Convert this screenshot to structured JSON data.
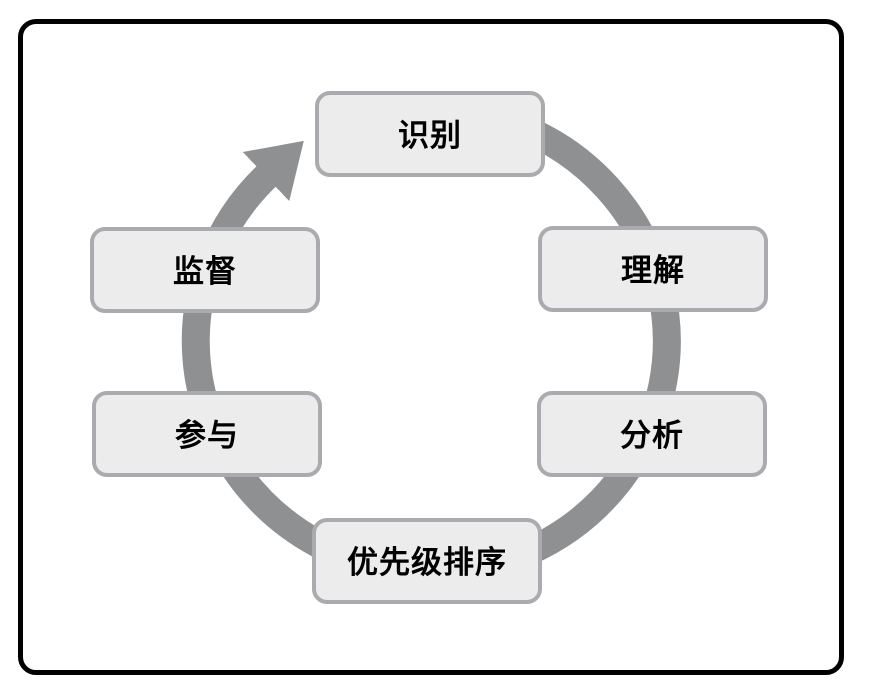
{
  "figure": {
    "background_color": "#ffffff",
    "frame": {
      "border_color": "#000000"
    },
    "cycle": {
      "type": "cycle-diagram",
      "direction": "clockwise",
      "ring_color": "#8f9092",
      "node_fill_color": "#ececec",
      "node_border_color": "#a9abae",
      "text_color": "#000000",
      "steps": [
        {
          "id": "identify",
          "label": "识别",
          "position": "top"
        },
        {
          "id": "understand",
          "label": "理解",
          "position": "upper-right"
        },
        {
          "id": "analyze",
          "label": "分析",
          "position": "lower-right"
        },
        {
          "id": "prioritize",
          "label": "优先级排序",
          "position": "bottom"
        },
        {
          "id": "engage",
          "label": "参与",
          "position": "lower-left"
        },
        {
          "id": "monitor",
          "label": "监督",
          "position": "upper-left"
        }
      ]
    }
  }
}
